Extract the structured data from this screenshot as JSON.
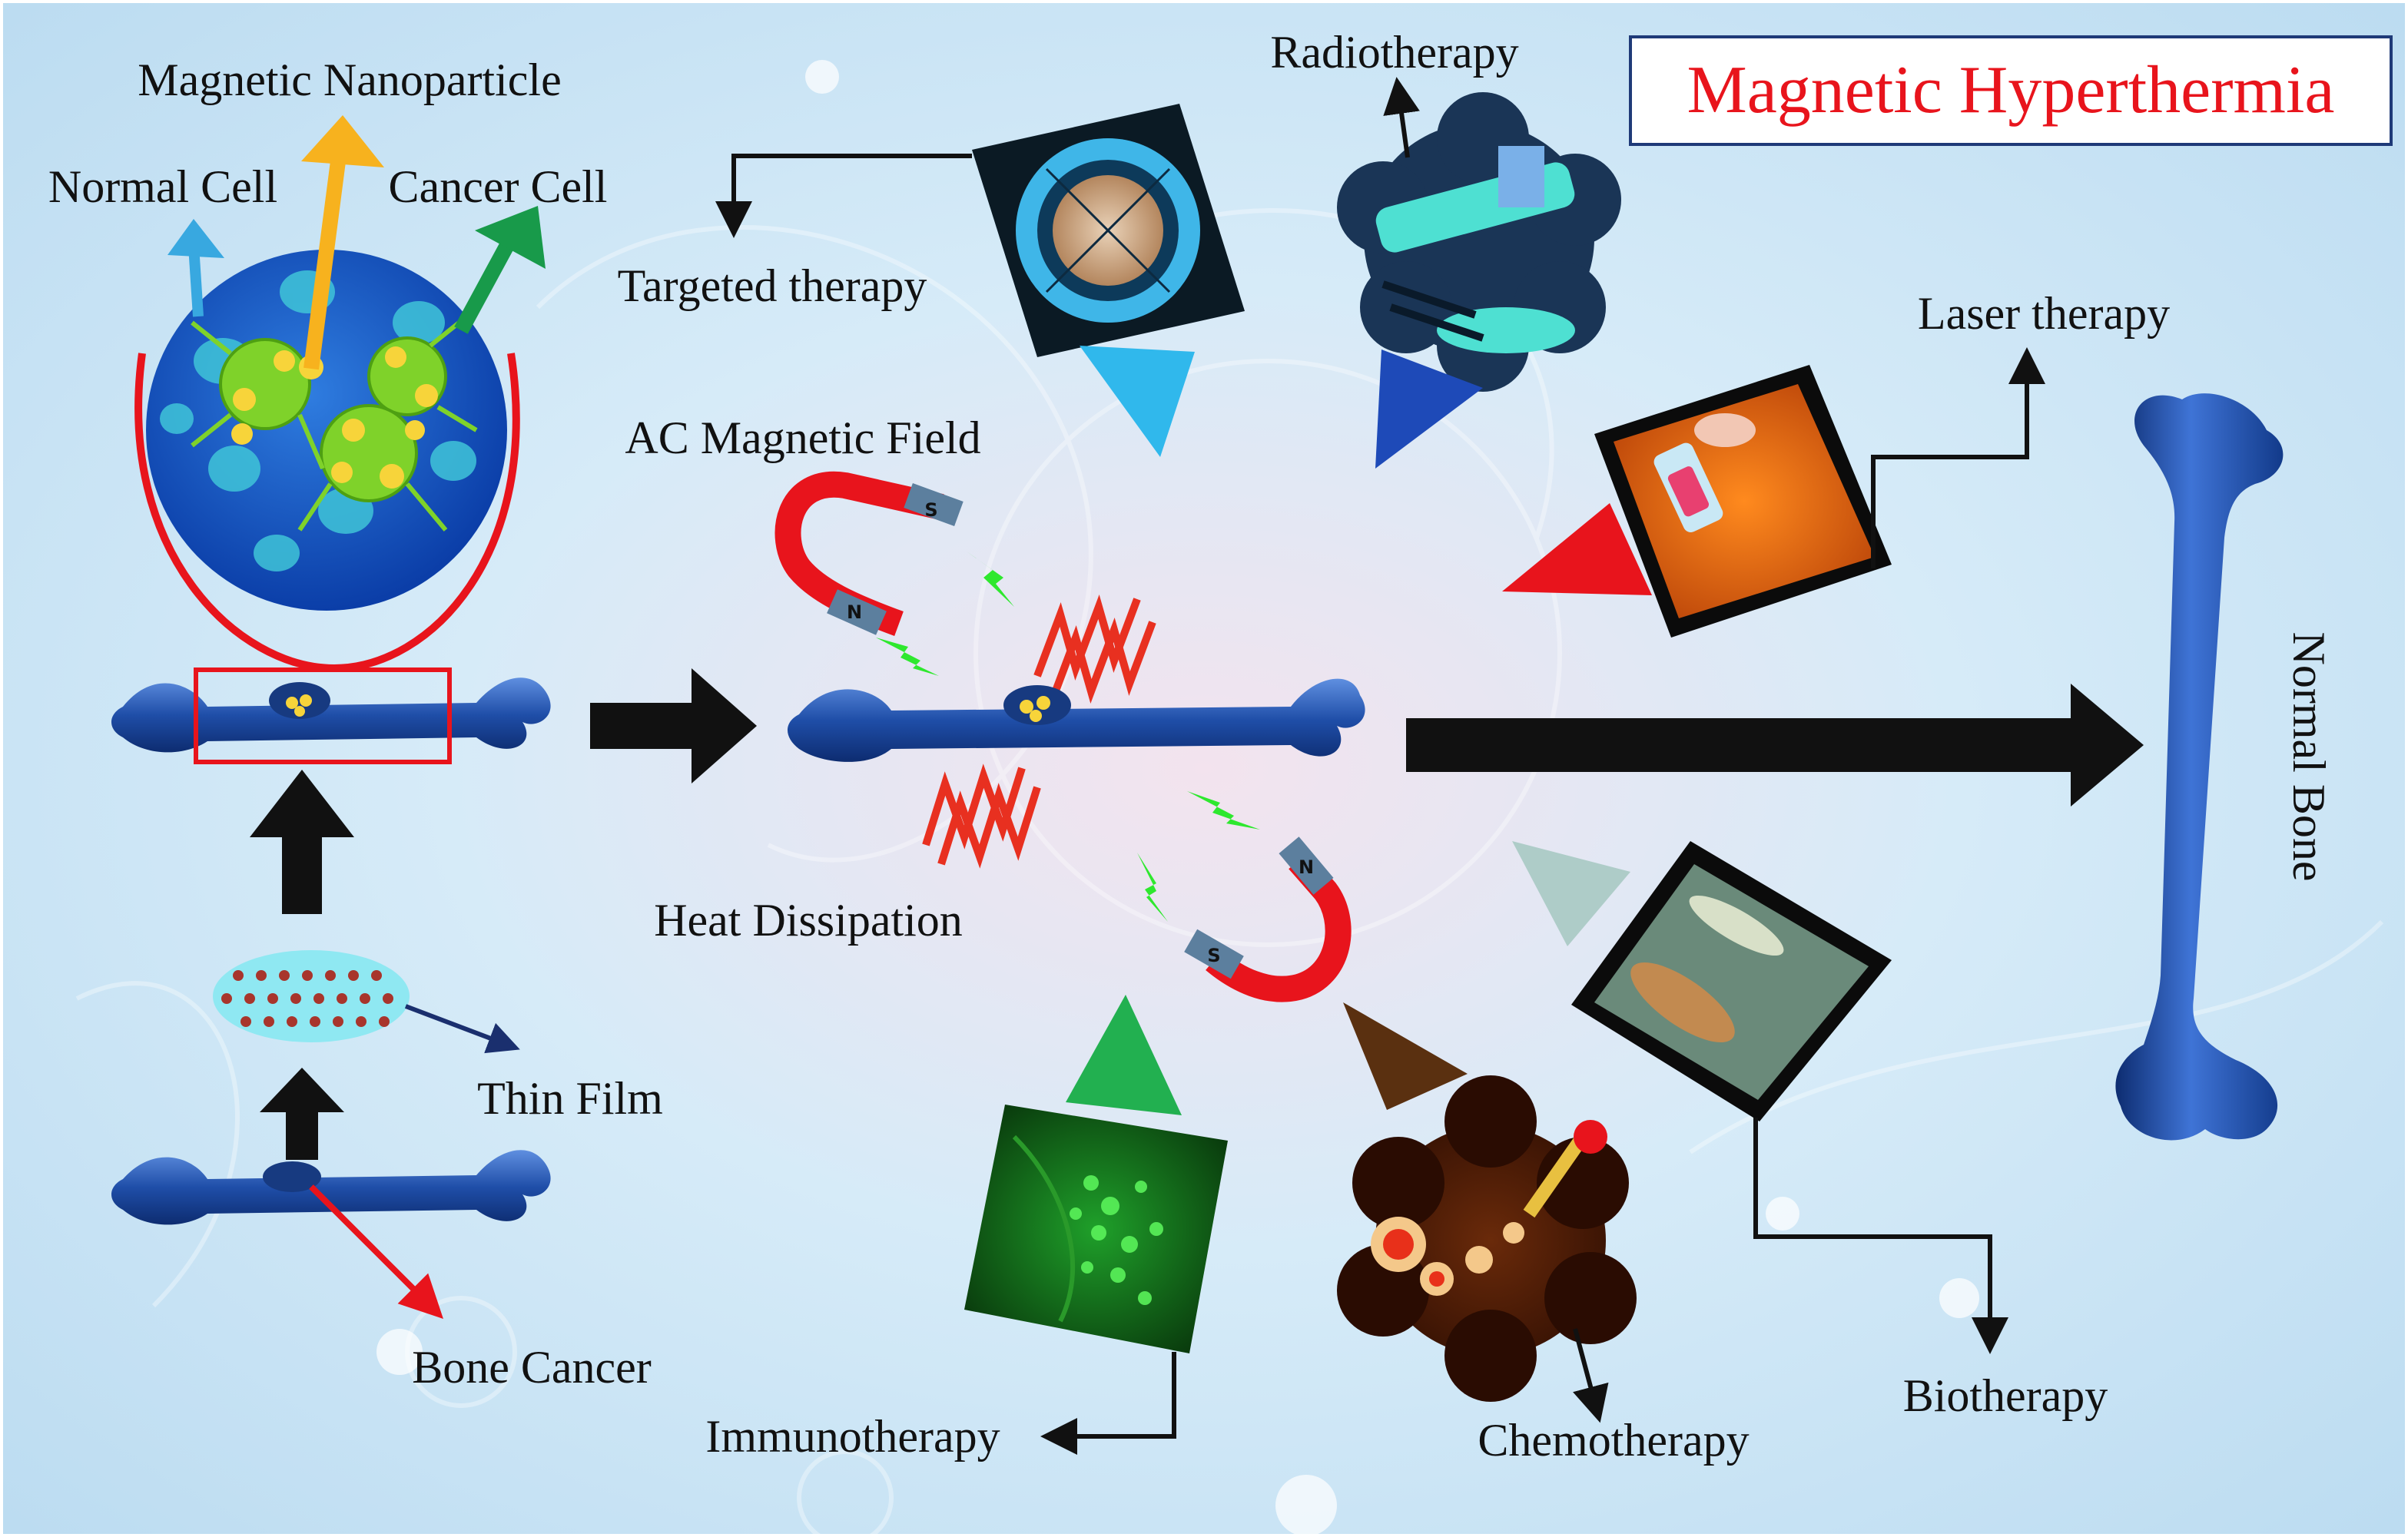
{
  "title": "Magnetic Hyperthermia",
  "colors": {
    "title_text": "#e8141c",
    "title_border": "#1f3a78",
    "background": "#cfe6f6",
    "bone": "#1f4ea8",
    "arrow_black": "#111111",
    "magnet_red": "#e8141c",
    "bolt_green": "#2ee82e",
    "heat_red": "#e83020"
  },
  "labels": {
    "magnetic_nanoparticle": "Magnetic Nanoparticle",
    "normal_cell": "Normal Cell",
    "cancer_cell": "Cancer Cell",
    "thin_film": "Thin Film",
    "bone_cancer": "Bone Cancer",
    "ac_magnetic_field": "AC Magnetic Field",
    "heat_dissipation": "Heat Dissipation",
    "targeted_therapy": "Targeted therapy",
    "radiotherapy": "Radiotherapy",
    "laser_therapy": "Laser therapy",
    "immunotherapy": "Immunotherapy",
    "chemotherapy": "Chemotherapy",
    "biotherapy": "Biotherapy",
    "normal_bone": "Normal Bone"
  },
  "magnet_poles": {
    "north": "N",
    "south": "S"
  },
  "icons": {
    "magnet": "horseshoe-magnet-icon",
    "bolt": "lightning-bolt-icon",
    "heat": "zigzag-heat-wave-icon"
  }
}
